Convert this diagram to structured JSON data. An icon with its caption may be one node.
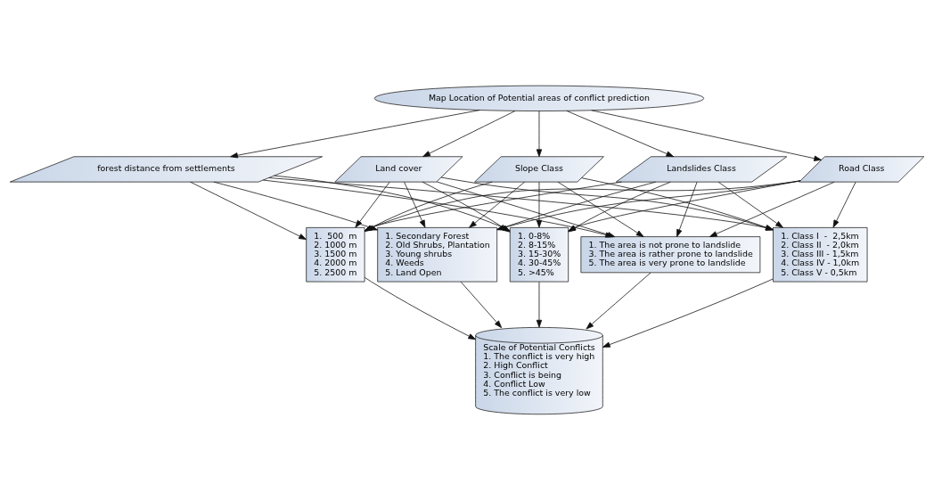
{
  "diagram": {
    "nodes": [
      {
        "text": [
          "Map Location of Potential areas of conflict prediction"
        ]
      },
      {
        "text": [
          "Road Class"
        ]
      },
      {
        "text": [
          "forest distance from settlements"
        ]
      },
      {
        "text": [
          "Land cover"
        ]
      },
      {
        "text": [
          "Slope Class"
        ]
      },
      {
        "text": [
          "Landslides Class"
        ]
      },
      {
        "text": [
          "1. Class I  -  2,5km",
          "2. Class II  - 2,0km",
          "3. Class III - 1,5km",
          "4. Class IV - 1,0km",
          "5. Class V - 0,5km"
        ]
      },
      {
        "text": [
          "1.  500  m",
          "2. 1000 m",
          "3. 1500 m",
          "4. 2000 m",
          "5. 2500 m"
        ]
      },
      {
        "text": [
          "1. Secondary Forest",
          "2. Old Shrubs, Plantation",
          "3. Young shrubs",
          "4. Weeds",
          "5. Land Open"
        ]
      },
      {
        "text": [
          "1. 0-8%",
          "2. 8-15%",
          "3. 15-30%",
          "4. 30-45%",
          "5. >45%"
        ]
      },
      {
        "text": [
          "1. The area is not prone to landslide",
          "3. The area is rather prone to landslide",
          "5. The area is very prone to landslide"
        ]
      },
      {
        "text": [
          "Scale of Potential Conflicts",
          "1. The conflict is very high",
          "2. High Conflict",
          "3. Conflict is being",
          "4. Conflict Low",
          "5. The conflict is very low"
        ]
      }
    ],
    "edges": [
      {
        "from": 0,
        "to": 1,
        "arrow": "to"
      },
      {
        "from": 0,
        "to": 2,
        "arrow": "to"
      },
      {
        "from": 0,
        "to": 3,
        "arrow": "to"
      },
      {
        "from": 0,
        "to": 4,
        "arrow": "to"
      },
      {
        "from": 0,
        "to": 5,
        "arrow": "to"
      },
      {
        "from": 1,
        "to": 6,
        "arrow": "to"
      },
      {
        "from": 1,
        "to": 7,
        "arrow": "to"
      },
      {
        "from": 1,
        "to": 8,
        "arrow": "to"
      },
      {
        "from": 1,
        "to": 9,
        "arrow": "to"
      },
      {
        "from": 1,
        "to": 10,
        "arrow": "to"
      },
      {
        "from": 2,
        "to": 6,
        "arrow": "to"
      },
      {
        "from": 2,
        "to": 7,
        "arrow": "to"
      },
      {
        "from": 2,
        "to": 8,
        "arrow": "to"
      },
      {
        "from": 2,
        "to": 9,
        "arrow": "to"
      },
      {
        "from": 2,
        "to": 10,
        "arrow": "to"
      },
      {
        "from": 3,
        "to": 6,
        "arrow": "to"
      },
      {
        "from": 3,
        "to": 7,
        "arrow": "to"
      },
      {
        "from": 3,
        "to": 8,
        "arrow": "to"
      },
      {
        "from": 3,
        "to": 9,
        "arrow": "to"
      },
      {
        "from": 3,
        "to": 10,
        "arrow": "to"
      },
      {
        "from": 4,
        "to": 6,
        "arrow": "to"
      },
      {
        "from": 4,
        "to": 7,
        "arrow": "to"
      },
      {
        "from": 4,
        "to": 8,
        "arrow": "to"
      },
      {
        "from": 4,
        "to": 9,
        "arrow": "to"
      },
      {
        "from": 4,
        "to": 10,
        "arrow": "to"
      },
      {
        "from": 5,
        "to": 6,
        "arrow": "to"
      },
      {
        "from": 5,
        "to": 7,
        "arrow": "to"
      },
      {
        "from": 5,
        "to": 8,
        "arrow": "to"
      },
      {
        "from": 5,
        "to": 9,
        "arrow": "to"
      },
      {
        "from": 5,
        "to": 10,
        "arrow": "to"
      },
      {
        "from": 6,
        "to": 11,
        "arrow": "to"
      },
      {
        "from": 7,
        "to": 11,
        "arrow": "to"
      },
      {
        "from": 8,
        "to": 11,
        "arrow": "to"
      },
      {
        "from": 9,
        "to": 11,
        "arrow": "to"
      },
      {
        "from": 10,
        "to": 11,
        "arrow": "to"
      }
    ]
  }
}
